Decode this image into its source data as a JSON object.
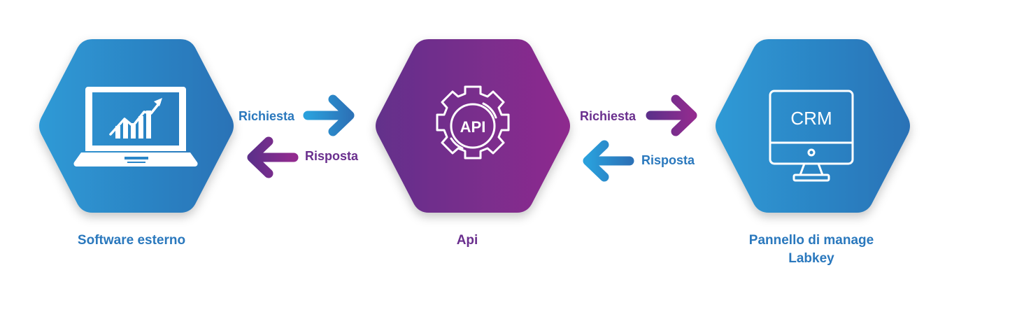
{
  "nodes": [
    {
      "name": "software-esterno",
      "label": "Software esterno",
      "icon": "laptop-chart-icon",
      "gradient": [
        "#2e9ad6",
        "#2a72b6"
      ],
      "label_color": "#2a78bd"
    },
    {
      "name": "api",
      "label": "Api",
      "icon": "api-gear-icon",
      "icon_text": "API",
      "gradient": [
        "#67308c",
        "#8c2b8e"
      ],
      "label_color": "#6a2f8e"
    },
    {
      "name": "crm",
      "label_lines": [
        "Pannello di manage",
        "Labkey"
      ],
      "icon": "crm-monitor-icon",
      "icon_text": "CRM",
      "gradient": [
        "#2e9ad6",
        "#2a72b6"
      ],
      "label_color": "#2a78bd"
    }
  ],
  "connections": [
    {
      "request_label": "Richiesta",
      "response_label": "Risposta",
      "request_color": "#2a78bd",
      "response_color": "#6a2f8e"
    },
    {
      "request_label": "Richiesta",
      "response_label": "Risposta",
      "request_color": "#6a2f8e",
      "response_color": "#2a78bd"
    }
  ]
}
